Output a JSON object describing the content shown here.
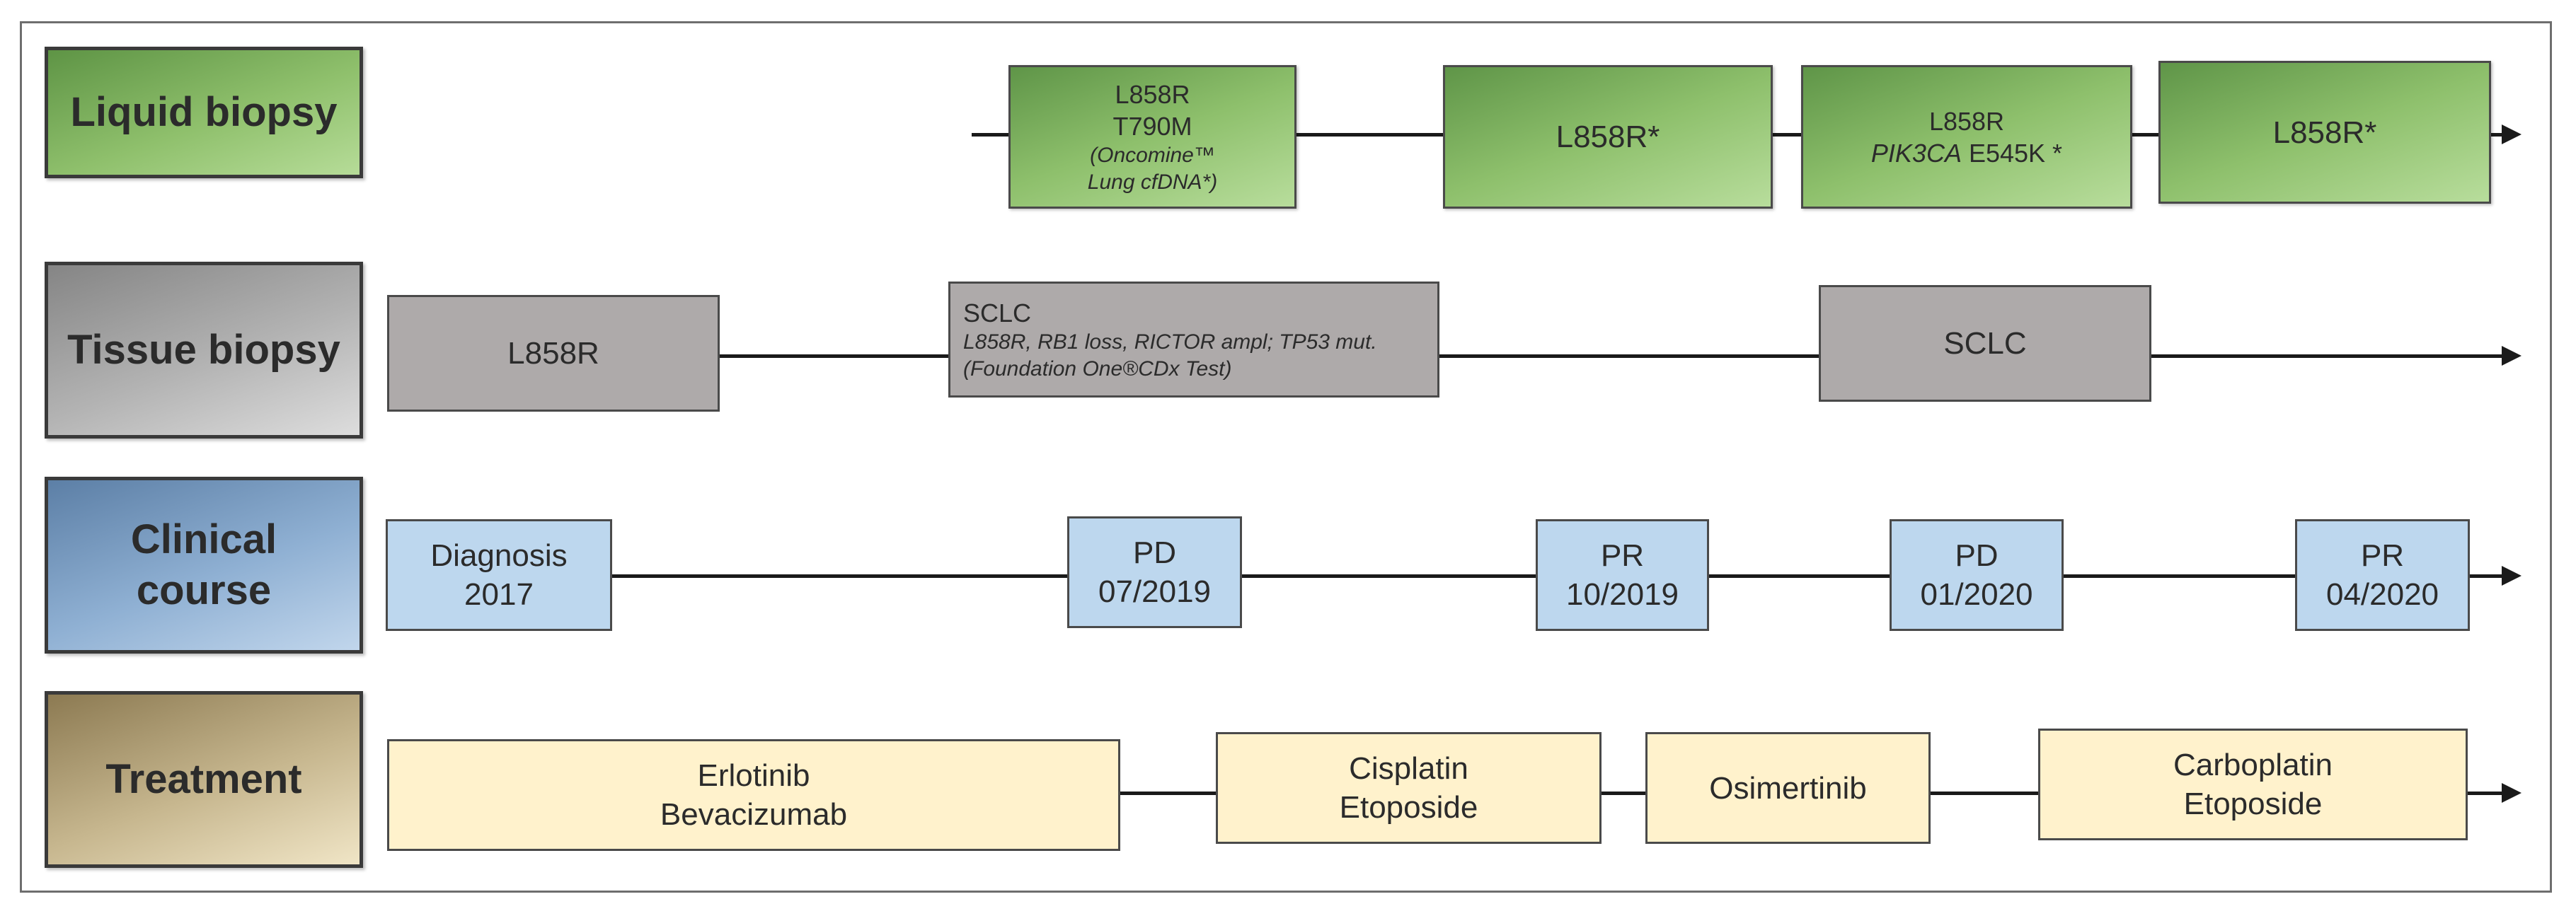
{
  "rows": {
    "liquid": {
      "label": "Liquid biopsy",
      "boxes": [
        {
          "line1": "L858R",
          "line2": "T790M",
          "line3": "(Oncomine™",
          "line4": "Lung cfDNA*)"
        },
        {
          "line1": "L858R*"
        },
        {
          "line1": "L858R",
          "line2_italic": "PIK3CA",
          "line2_rest": " E545K *"
        },
        {
          "line1": "L858R*"
        }
      ]
    },
    "tissue": {
      "label": "Tissue biopsy",
      "boxes": [
        {
          "line1": "L858R"
        },
        {
          "line1": "SCLC",
          "line2": "L858R, RB1 loss, RICTOR ampl; TP53 mut.",
          "line3": "(Foundation One®CDx Test)"
        },
        {
          "line1": "SCLC"
        }
      ]
    },
    "clinical": {
      "label_line1": "Clinical",
      "label_line2": "course",
      "events": [
        {
          "status": "Diagnosis",
          "date": "2017"
        },
        {
          "status": "PD",
          "date": "07/2019"
        },
        {
          "status": "PR",
          "date": "10/2019"
        },
        {
          "status": "PD",
          "date": "01/2020"
        },
        {
          "status": "PR",
          "date": "04/2020"
        }
      ]
    },
    "treatment": {
      "label": "Treatment",
      "boxes": [
        {
          "line1": "Erlotinib",
          "line2": "Bevacizumab"
        },
        {
          "line1": "Cisplatin",
          "line2": "Etoposide"
        },
        {
          "line1": "Osimertinib"
        },
        {
          "line1": "Carboplatin",
          "line2": "Etoposide"
        }
      ]
    }
  }
}
